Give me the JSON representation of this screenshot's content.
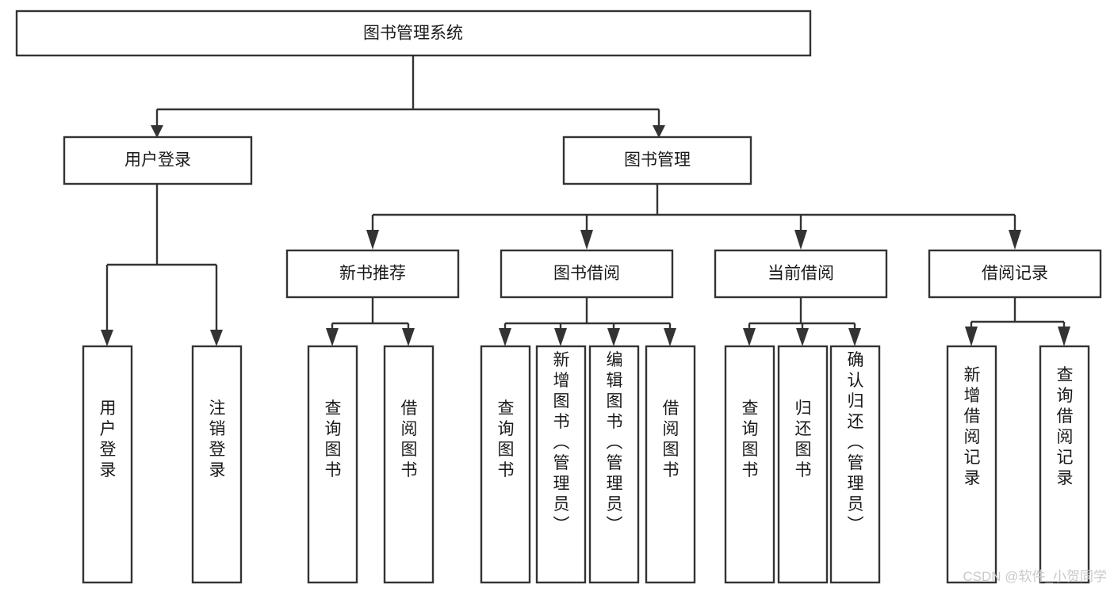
{
  "diagram": {
    "type": "hierarchy-tree",
    "title": "图书管理系统",
    "orientation": "top-down",
    "colors": {
      "box_stroke": "#333333",
      "box_fill": "#ffffff",
      "text": "#1a1a1a",
      "background": "#ffffff",
      "watermark": "#c9c9c9"
    },
    "root": {
      "label": "图书管理系统"
    },
    "level1": [
      {
        "id": "user-login",
        "label": "用户登录"
      },
      {
        "id": "book-management",
        "label": "图书管理"
      }
    ],
    "level2": [
      {
        "id": "new-book-recommend",
        "label": "新书推荐",
        "parent": "book-management"
      },
      {
        "id": "book-borrow",
        "label": "图书借阅",
        "parent": "book-management"
      },
      {
        "id": "current-borrow",
        "label": "当前借阅",
        "parent": "book-management"
      },
      {
        "id": "borrow-record",
        "label": "借阅记录",
        "parent": "book-management"
      }
    ],
    "leaves": {
      "user-login": [
        {
          "id": "leaf-user-login",
          "label": "用户登录"
        },
        {
          "id": "leaf-user-logout",
          "label": "注销登录"
        }
      ],
      "new-book-recommend": [
        {
          "id": "leaf-query-book-1",
          "label": "查询图书"
        },
        {
          "id": "leaf-borrow-book-1",
          "label": "借阅图书"
        }
      ],
      "book-borrow": [
        {
          "id": "leaf-query-book-2",
          "label": "查询图书"
        },
        {
          "id": "leaf-add-book",
          "label": "新增图书（管理员）"
        },
        {
          "id": "leaf-edit-book",
          "label": "编辑图书（管理员）"
        },
        {
          "id": "leaf-borrow-book-2",
          "label": "借阅图书"
        }
      ],
      "current-borrow": [
        {
          "id": "leaf-query-book-3",
          "label": "查询图书"
        },
        {
          "id": "leaf-return-book",
          "label": "归还图书"
        },
        {
          "id": "leaf-confirm-return",
          "label": "确认归还（管理员）"
        }
      ],
      "borrow-record": [
        {
          "id": "leaf-add-record",
          "label": "新增借阅记录"
        },
        {
          "id": "leaf-query-record",
          "label": "查询借阅记录"
        }
      ]
    }
  },
  "watermark": {
    "label": "CSDN @软件_小贺同学"
  }
}
